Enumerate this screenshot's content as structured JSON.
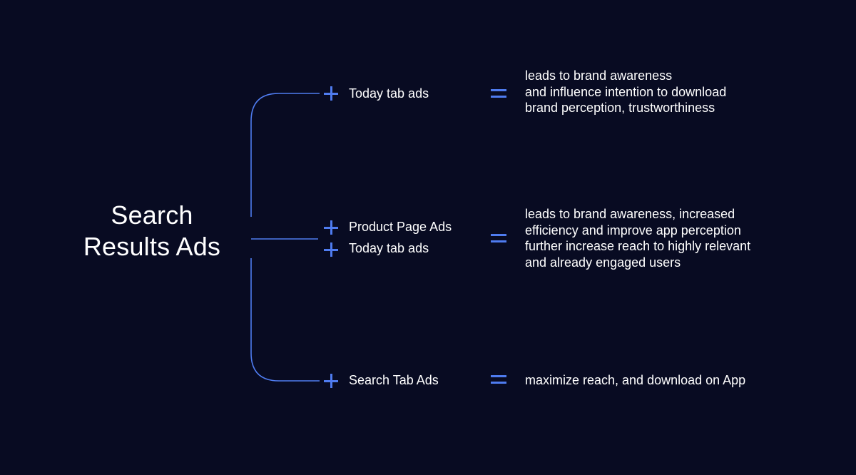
{
  "root": {
    "title_line1": "Search",
    "title_line2": "Results Ads"
  },
  "branches": [
    {
      "inputs": [
        "Today tab ads"
      ],
      "result_lines": [
        "leads to brand awareness",
        "and influence intention to download",
        "brand perception, trustworthiness"
      ]
    },
    {
      "inputs": [
        "Product Page Ads",
        "Today tab ads"
      ],
      "result_lines": [
        "leads to brand awareness, increased",
        "efficiency and improve app perception",
        "further increase reach to highly relevant",
        "and already engaged users"
      ]
    },
    {
      "inputs": [
        "Search Tab Ads"
      ],
      "result_lines": [
        "maximize reach, and download on App"
      ]
    }
  ],
  "colors": {
    "background": "#080b22",
    "accent": "#4f7cf0",
    "text": "#ffffff"
  },
  "icons": {
    "plus": "plus-icon",
    "equals": "equals-icon"
  }
}
